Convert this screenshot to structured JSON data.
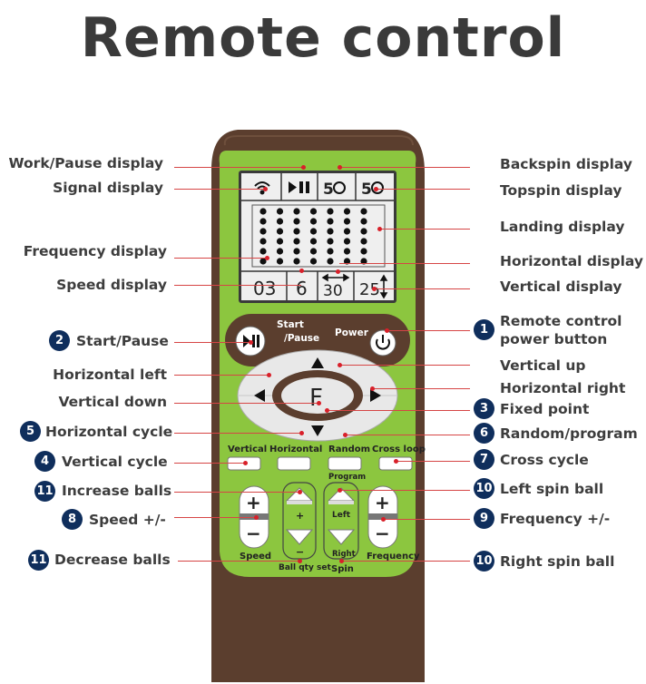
{
  "title": "Remote control",
  "screen": {
    "topspin_value": "5",
    "backspin_value": "5",
    "frequency_value": "03",
    "speed_value": "6",
    "horizontal_value": "30",
    "vertical_value": "25"
  },
  "buttons": {
    "start_pause": "Start\n/Pause",
    "start_pause_line1": "Start",
    "start_pause_line2": "/Pause",
    "power": "Power",
    "fixed_point": "F",
    "vertical": "Vertical",
    "horizontal": "Horizontal",
    "random": "Random",
    "cross_loop": "Cross loop",
    "program": "Program",
    "plus": "+",
    "minus": "−",
    "left": "Left",
    "right": "Right",
    "speed": "Speed",
    "ball_qty_set": "Ball qty set",
    "spin": "Spin",
    "frequency": "Frequency"
  },
  "labels_left": [
    {
      "text": "Work/Pause  display",
      "badge": ""
    },
    {
      "text": "Signal display",
      "badge": ""
    },
    {
      "text": "Frequency display",
      "badge": ""
    },
    {
      "text": "Speed display",
      "badge": ""
    },
    {
      "text": "Start/Pause",
      "badge": "2"
    },
    {
      "text": "Horizontal left",
      "badge": ""
    },
    {
      "text": "Vertical down",
      "badge": ""
    },
    {
      "text": "Horizontal cycle",
      "badge": "5"
    },
    {
      "text": "Vertical cycle",
      "badge": "4"
    },
    {
      "text": "Increase balls",
      "badge": "11"
    },
    {
      "text": "Speed +/-",
      "badge": "8"
    },
    {
      "text": "Decrease balls",
      "badge": "11"
    }
  ],
  "labels_right": [
    {
      "text": "Backspin display",
      "badge": ""
    },
    {
      "text": "Topspin display",
      "badge": ""
    },
    {
      "text": "Landing display",
      "badge": ""
    },
    {
      "text": "Horizontal display",
      "badge": ""
    },
    {
      "text": "Vertical display",
      "badge": ""
    },
    {
      "text": "Remote control\npower button",
      "badge": "1"
    },
    {
      "text": "Vertical up",
      "badge": ""
    },
    {
      "text": "Horizontal right",
      "badge": ""
    },
    {
      "text": "Fixed point",
      "badge": "3"
    },
    {
      "text": "Random/program",
      "badge": "6"
    },
    {
      "text": "Cross  cycle",
      "badge": "7"
    },
    {
      "text": "Left spin ball",
      "badge": "10"
    },
    {
      "text": "Frequency +/-",
      "badge": "9"
    },
    {
      "text": "Right spin ball",
      "badge": "10"
    }
  ]
}
